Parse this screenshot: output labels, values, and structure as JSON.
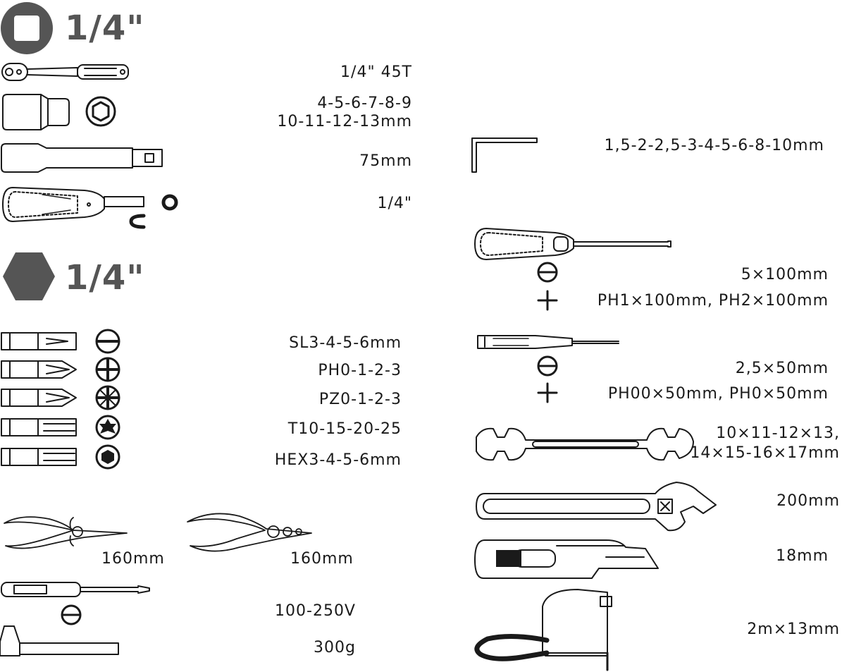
{
  "colors": {
    "ink": "#1a1a1a",
    "heading": "#555555",
    "background": "#ffffff"
  },
  "sections": {
    "square_drive": {
      "icon": "square-drive-icon",
      "label": "1/4\""
    },
    "hex_drive": {
      "icon": "hex-drive-icon",
      "label": "1/4\""
    }
  },
  "left_items": {
    "ratchet": "1/4\" 45T",
    "sockets_line1": "4-5-6-7-8-9",
    "sockets_line2": "10-11-12-13mm",
    "extension": "75mm",
    "bit_driver": "1/4\"",
    "bits_slotted": "SL3-4-5-6mm",
    "bits_phillips": "PH0-1-2-3",
    "bits_pozidriv": "PZ0-1-2-3",
    "bits_torx": "T10-15-20-25",
    "bits_hex": "HEX3-4-5-6mm",
    "pliers_long_nose": "160mm",
    "pliers_combination": "160mm",
    "voltage_tester": "100-250V",
    "hammer": "300g"
  },
  "right_items": {
    "hex_keys": "1,5-2-2,5-3-4-5-6-8-10mm",
    "screwdriver_slotted": "5×100mm",
    "screwdriver_phillips": "PH1×100mm, PH2×100mm",
    "precision_slotted": "2,5×50mm",
    "precision_phillips": "PH00×50mm, PH0×50mm",
    "wrench_line1": "10×11-12×13,",
    "wrench_line2": "14×15-16×17mm",
    "adjustable_wrench": "200mm",
    "utility_knife": "18mm",
    "tape_measure": "2m×13mm"
  }
}
